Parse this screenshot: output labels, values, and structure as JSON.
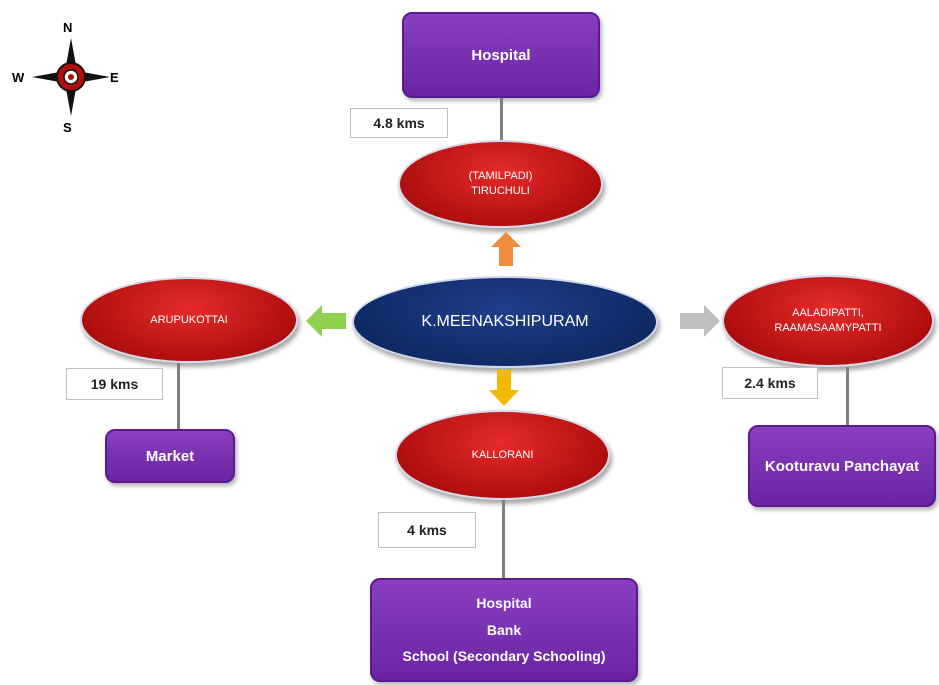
{
  "compass": {
    "north": "N",
    "south": "S",
    "east": "E",
    "west": "W"
  },
  "center": {
    "label": "K.MEENAKSHIPURAM"
  },
  "north": {
    "town_lines": [
      "(TAMILPADI)",
      "TIRUCHULI"
    ],
    "distance": "4.8 kms",
    "facilities": [
      "Hospital"
    ]
  },
  "west": {
    "town_lines": [
      "ARUPUKOTTAI"
    ],
    "distance": "19 kms",
    "facilities": [
      "Market"
    ]
  },
  "east": {
    "town_lines": [
      "AALADIPATTI,",
      "RAAMASAAMYPATTI"
    ],
    "distance": "2.4 kms",
    "facilities": [
      "Kooturavu Panchayat"
    ]
  },
  "south": {
    "town_lines": [
      "KALLORANI"
    ],
    "distance": "4 kms",
    "facilities": [
      "Hospital",
      "Bank",
      "School (Secondary Schooling)"
    ]
  },
  "colors": {
    "facility_purple": "#7030a0",
    "town_red": "#c00000",
    "center_navy": "#0f2a66",
    "arrow_north": "#f08a3c",
    "arrow_south": "#f5b800",
    "arrow_west": "#8fd14f",
    "arrow_east": "#bfbfbf"
  }
}
